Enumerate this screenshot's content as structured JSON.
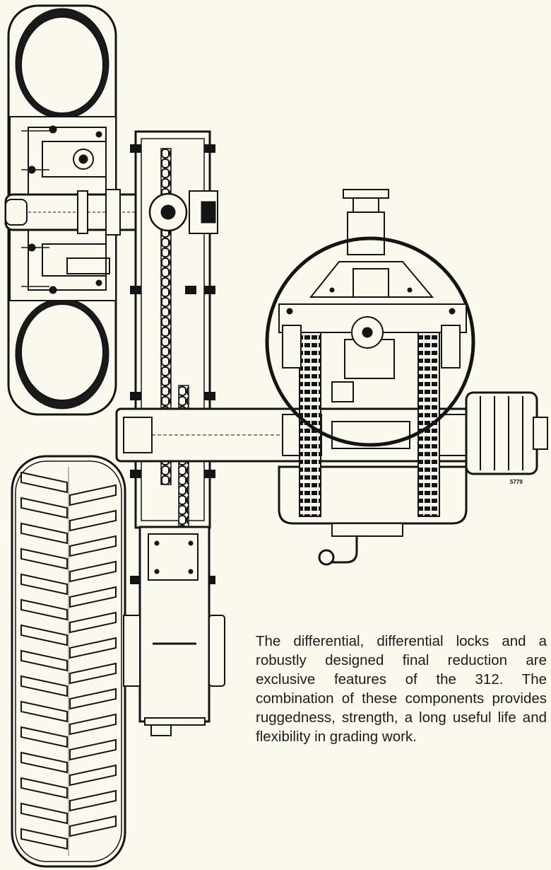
{
  "figure": {
    "subject": "final drive with differential, differential locks and chain final reduction",
    "plate_number": "5779"
  },
  "caption": {
    "text": "The differential, differential locks and a robustly designed final reduction are exclusive features of the 312. The combination of these components provides ruggedness, strength, a long useful life and flexibility in grading work."
  },
  "colors": {
    "paper": "#fbf8ee",
    "ink": "#141414"
  }
}
